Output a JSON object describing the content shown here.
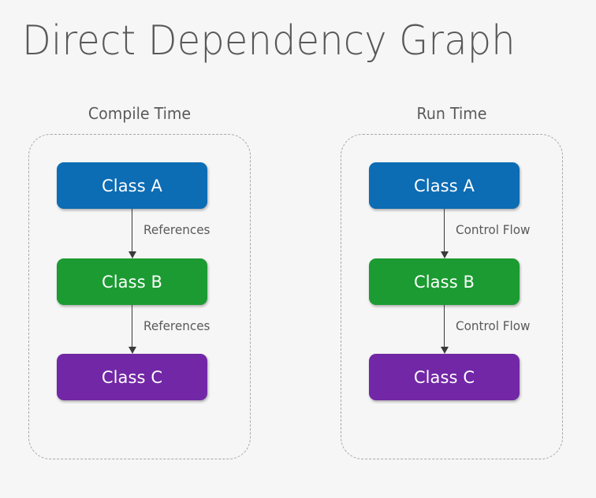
{
  "page": {
    "title": "Direct Dependency Graph",
    "background_color": "#f6f6f6",
    "title_color": "#595959"
  },
  "panels": [
    {
      "id": "compile-time",
      "title": "Compile Time",
      "nodes": [
        {
          "id": "class-a",
          "label": "Class A",
          "color": "#0c6cb4"
        },
        {
          "id": "class-b",
          "label": "Class B",
          "color": "#1b9b31"
        },
        {
          "id": "class-c",
          "label": "Class C",
          "color": "#7227a6"
        }
      ],
      "edges": [
        {
          "id": "a-to-b",
          "label": "References",
          "from": "class-a",
          "to": "class-b"
        },
        {
          "id": "b-to-c",
          "label": "References",
          "from": "class-b",
          "to": "class-c"
        }
      ]
    },
    {
      "id": "run-time",
      "title": "Run Time",
      "nodes": [
        {
          "id": "class-a",
          "label": "Class A",
          "color": "#0c6cb4"
        },
        {
          "id": "class-b",
          "label": "Class B",
          "color": "#1b9b31"
        },
        {
          "id": "class-c",
          "label": "Class C",
          "color": "#7227a6"
        }
      ],
      "edges": [
        {
          "id": "a-to-b",
          "label": "Control Flow",
          "from": "class-a",
          "to": "class-b"
        },
        {
          "id": "b-to-c",
          "label": "Control Flow",
          "from": "class-b",
          "to": "class-c"
        }
      ]
    }
  ],
  "colors": {
    "blue": "#0c6cb4",
    "green": "#1b9b31",
    "purple": "#7227a6",
    "dashed_border": "#a8a8a8",
    "arrow": "#3a3a3a",
    "label_text": "#5a5a5a"
  }
}
